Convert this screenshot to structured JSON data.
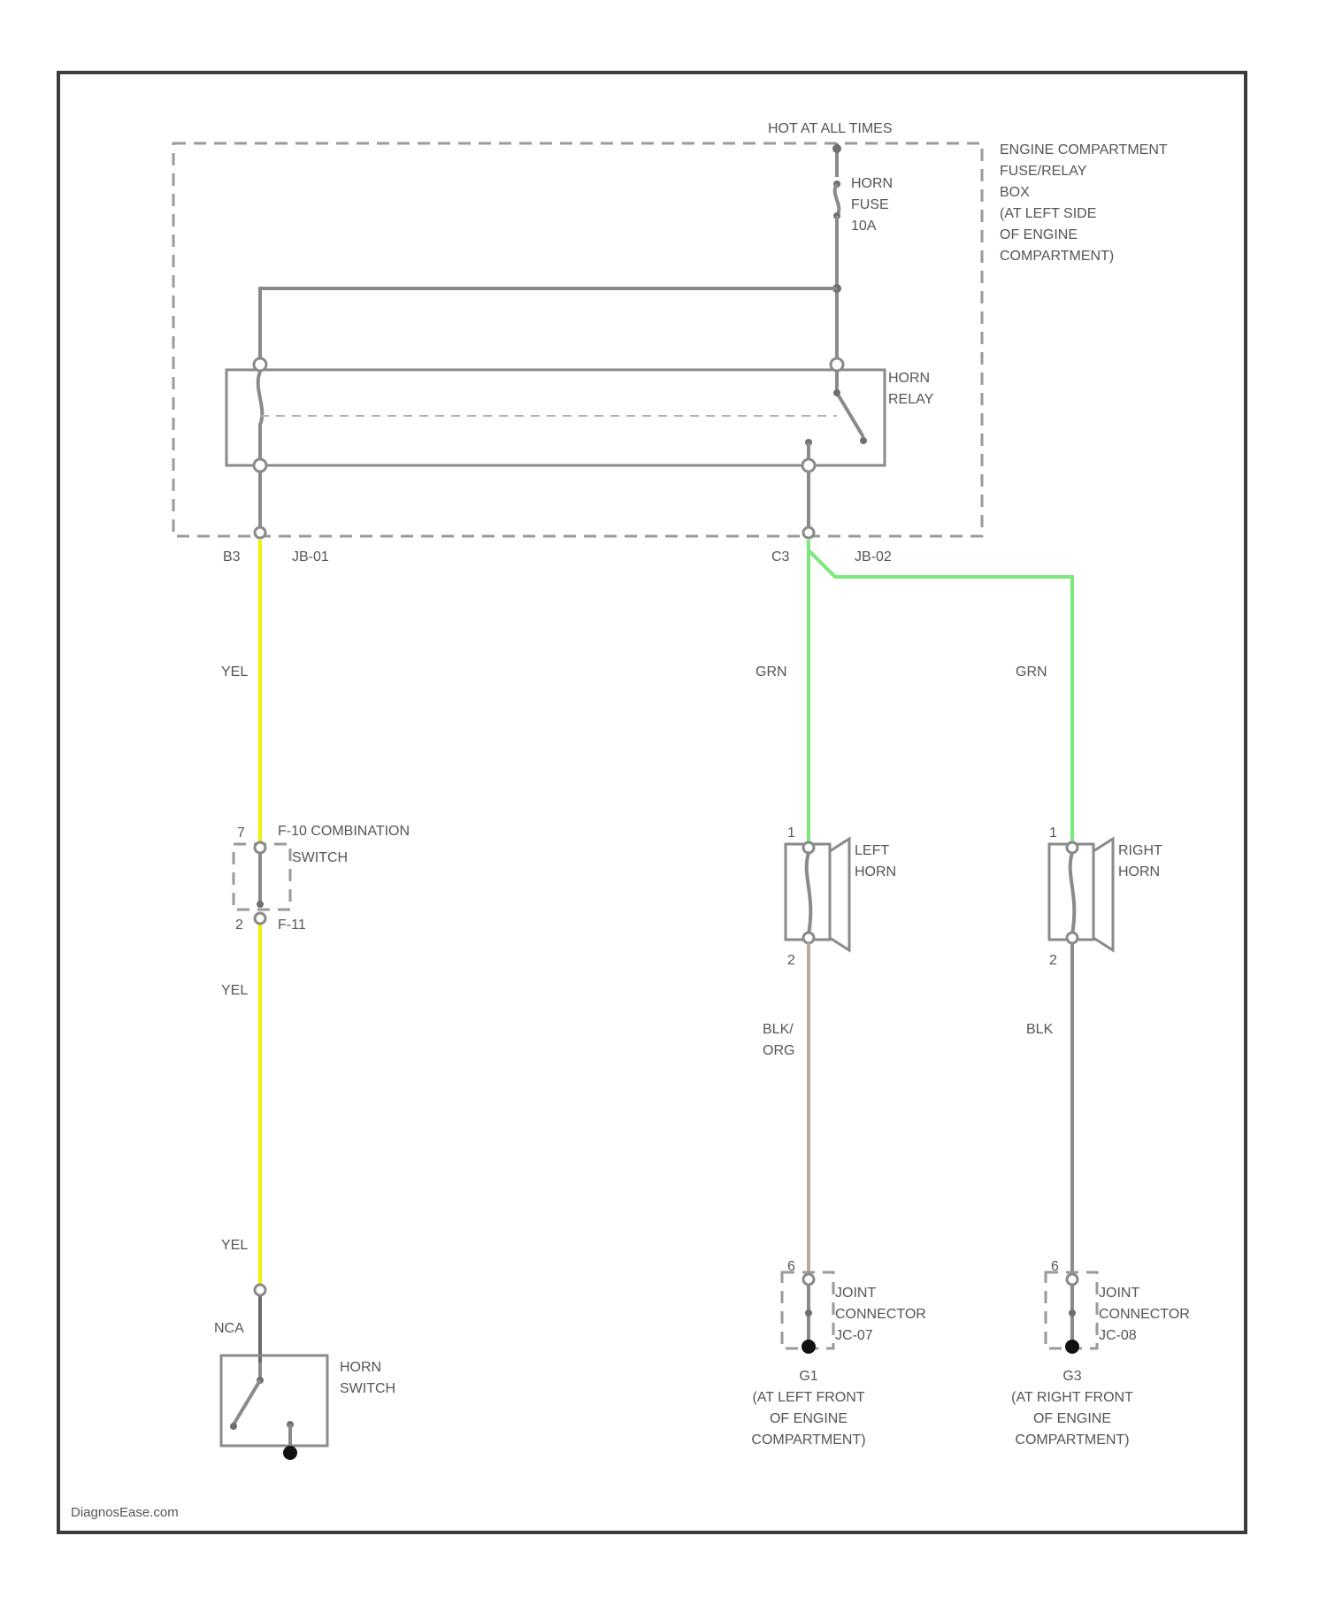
{
  "colors": {
    "yel": "#f0f000",
    "grn": "#7be87b",
    "blk_org": "#b9ac9e",
    "blk": "#8c8c8c",
    "frame": "#3c3c3c"
  },
  "labels": {
    "power": "HOT AT ALL TIMES",
    "fuse_box": [
      "ENGINE COMPARTMENT",
      "FUSE/RELAY",
      "BOX",
      "(AT LEFT SIDE",
      "OF ENGINE",
      "COMPARTMENT)"
    ],
    "fuse": [
      "HORN",
      "FUSE",
      "10A"
    ],
    "relay": [
      "HORN",
      "RELAY"
    ],
    "pin_b3": "B3",
    "jb_01": "JB-01",
    "pin_c3": "C3",
    "jb_02": "JB-02",
    "wire_yel_1": "YEL",
    "wire_grn_left": "GRN",
    "wire_grn_right": "GRN",
    "combo_switch": [
      "F-10 COMBINATION",
      "SWITCH"
    ],
    "combo_pin_top": "7",
    "combo_pin_bottom": "2",
    "combo_conn": "F-11",
    "wire_yel_2": "YEL",
    "wire_yel_3": "YEL",
    "nca": "NCA",
    "horn_switch": [
      "HORN",
      "SWITCH"
    ],
    "left_horn": [
      "LEFT",
      "HORN"
    ],
    "right_horn": [
      "RIGHT",
      "HORN"
    ],
    "lh_pin_top": "1",
    "lh_pin_bottom": "2",
    "rh_pin_top": "1",
    "rh_pin_bottom": "2",
    "wire_blk_org": [
      "BLK/",
      "ORG"
    ],
    "wire_blk": "BLK",
    "jc_left": [
      "JOINT",
      "CONNECTOR",
      "JC-07"
    ],
    "jc_right": [
      "JOINT",
      "CONNECTOR",
      "JC-08"
    ],
    "jc_left_pin": "6",
    "jc_right_pin": "6",
    "ground_left": [
      "G1",
      "(AT LEFT FRONT",
      "OF ENGINE",
      "COMPARTMENT)"
    ],
    "ground_right": [
      "G3",
      "(AT RIGHT FRONT",
      "OF ENGINE",
      "COMPARTMENT)"
    ],
    "watermark": "DiagnosEase.com"
  }
}
